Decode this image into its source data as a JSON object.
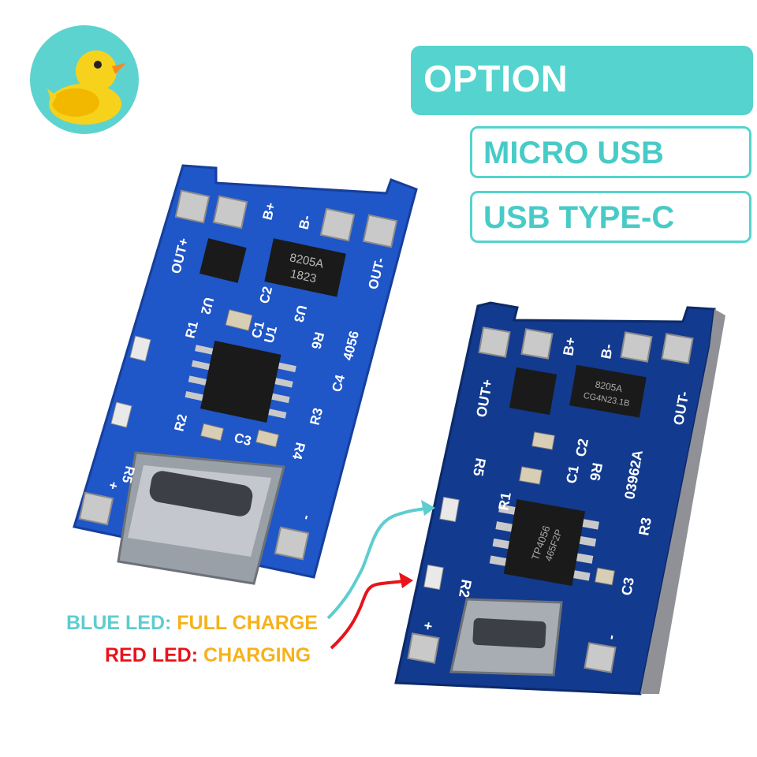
{
  "header": {
    "option_label": "OPTION",
    "options": [
      "MICRO USB",
      "USB TYPE-C"
    ]
  },
  "legend": {
    "blue": {
      "key": "BLUE LED:",
      "value": "FULL CHARGE"
    },
    "red": {
      "key": "RED LED:",
      "value": "CHARGING"
    }
  },
  "boards": {
    "type_c": {
      "chip_u3": [
        "8205A",
        "1823"
      ],
      "labels": [
        "B+",
        "B-",
        "OUT+",
        "OUT-",
        "U2",
        "U3",
        "C2",
        "C1",
        "U1",
        "R1",
        "R6",
        "4056",
        "C4",
        "R2",
        "R3",
        "C3",
        "R4",
        "R5",
        "+",
        "-"
      ]
    },
    "micro_usb": {
      "chip_q": [
        "8205A",
        "CG4N23.1B"
      ],
      "chip_tp": [
        "TP4056",
        "465F2P"
      ],
      "labels": [
        "B+",
        "B-",
        "OUT+",
        "OUT-",
        "C2",
        "R5",
        "C1",
        "R6",
        "03962A",
        "R1",
        "R3",
        "C3",
        "R2",
        "+",
        "-"
      ]
    }
  },
  "colors": {
    "accent": "#55d3ce",
    "blue_led": "#5dcdd0",
    "red_led": "#e8141b",
    "legend_value": "#f5b21a",
    "pcb_blue": "#1f56c8",
    "pcb_dark": "#123a8e"
  }
}
